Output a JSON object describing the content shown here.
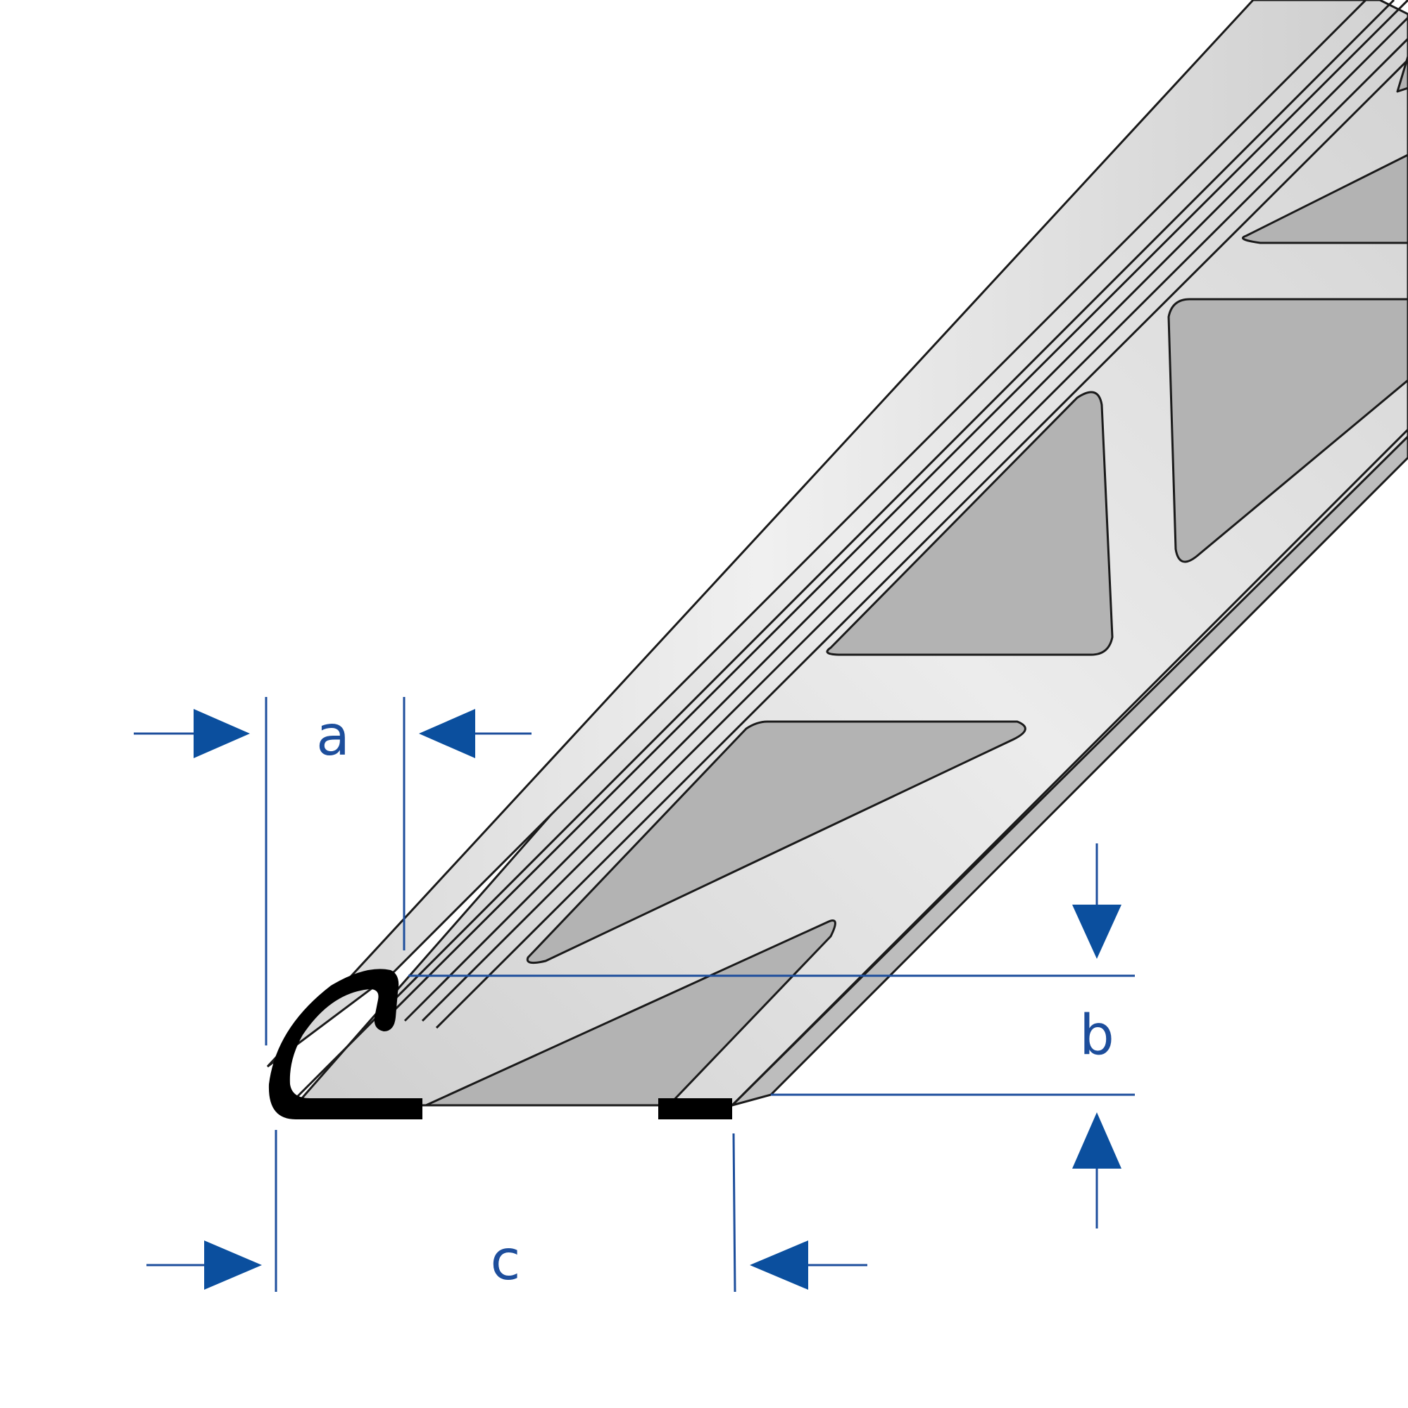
{
  "dimensions": {
    "a": "a",
    "b": "b",
    "c": "c"
  },
  "colors": {
    "dimension": "#1d4e9c",
    "arrow": "#0b4f9e",
    "profile_light": "#e6e6e6",
    "profile_shade": "#c9c9c9",
    "cutout": "#b5b5b5",
    "section": "#000000",
    "outline": "#1a1a1a"
  }
}
